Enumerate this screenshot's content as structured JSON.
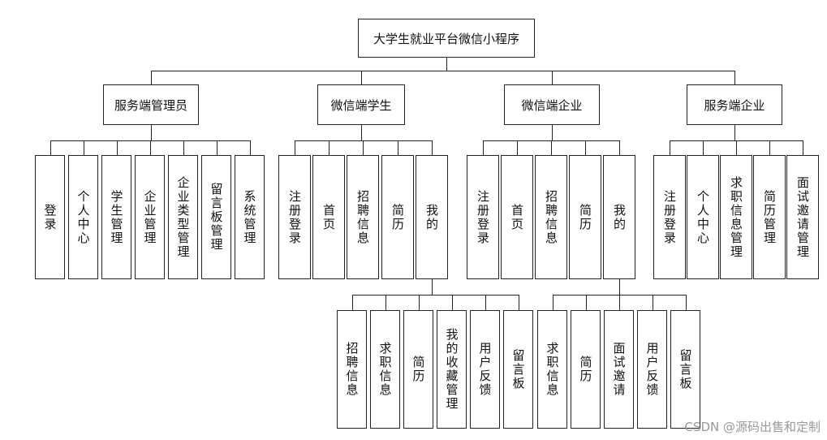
{
  "root": "大学生就业平台微信小程序",
  "groups": [
    {
      "title": "服务端管理员",
      "items": [
        "登录",
        "个人中心",
        "学生管理",
        "企业管理",
        "企业类型管理",
        "留言板管理",
        "系统管理"
      ]
    },
    {
      "title": "微信端学生",
      "items": [
        "注册登录",
        "首页",
        "招聘信息",
        "简历",
        "我的"
      ],
      "sub_items": [
        "招聘信息",
        "求职信息",
        "简历",
        "我的收藏管理",
        "用户反馈",
        "留言板"
      ]
    },
    {
      "title": "微信端企业",
      "items": [
        "注册登录",
        "首页",
        "招聘信息",
        "简历",
        "我的"
      ],
      "sub_items": [
        "求职信息",
        "简历",
        "面试邀请",
        "用户反馈",
        "留言板"
      ]
    },
    {
      "title": "服务端企业",
      "items": [
        "注册登录",
        "个人中心",
        "求职信息管理",
        "简历管理",
        "面试邀请管理"
      ]
    }
  ],
  "watermark": "CSDN @源码出售和定制"
}
